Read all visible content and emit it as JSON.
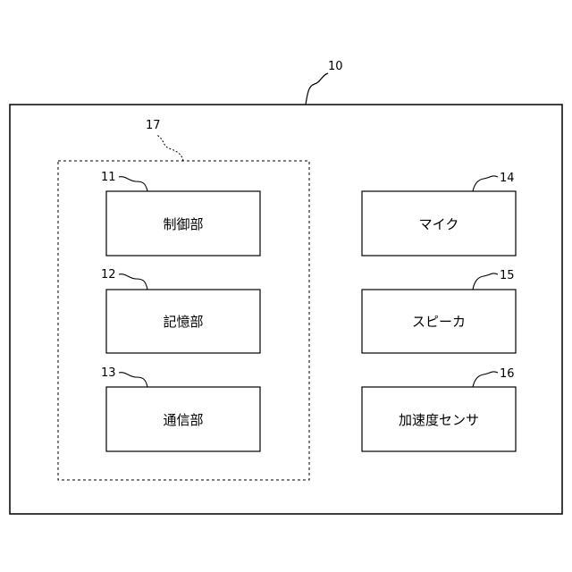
{
  "diagram": {
    "device": {
      "ref": "10"
    },
    "group": {
      "ref": "17"
    },
    "blocks": [
      {
        "ref": "11",
        "label": "制御部"
      },
      {
        "ref": "12",
        "label": "記憶部"
      },
      {
        "ref": "13",
        "label": "通信部"
      },
      {
        "ref": "14",
        "label": "マイク"
      },
      {
        "ref": "15",
        "label": "スピーカ"
      },
      {
        "ref": "16",
        "label": "加速度センサ"
      }
    ]
  }
}
